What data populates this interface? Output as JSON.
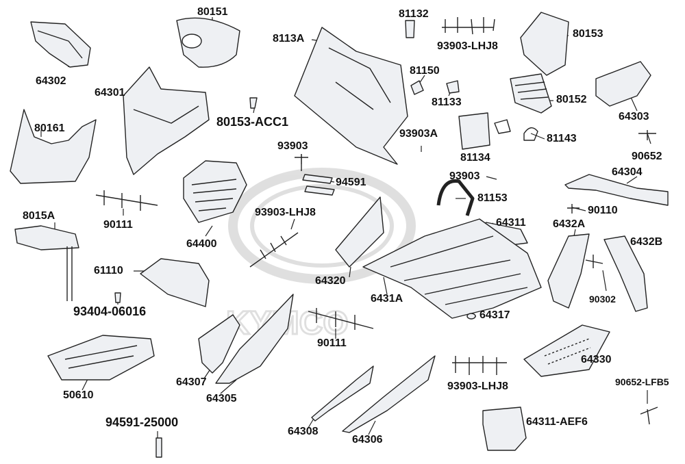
{
  "watermark": {
    "brand": "KYMCO"
  },
  "parts": {
    "p64302": "64302",
    "p80151": "80151",
    "p8113A": "8113A",
    "p81132": "81132",
    "p93903_LHJ8_top": "93903-LHJ8",
    "p80153": "80153",
    "p64301": "64301",
    "p81150": "81150",
    "p81133": "81133",
    "p80152": "80152",
    "p64303": "64303",
    "p80161": "80161",
    "p80153_ACC1": "80153-ACC1",
    "p93903A": "93903A",
    "p81134": "81134",
    "p81143": "81143",
    "p90652": "90652",
    "p93903_a": "93903",
    "p94591": "94591",
    "p93903_b": "93903",
    "p64304": "64304",
    "p90111_a": "90111",
    "p81153": "81153",
    "p8015A": "8015A",
    "p93903_LHJ8_mid": "93903-LHJ8",
    "p90110": "90110",
    "p64400": "64400",
    "p64311": "64311",
    "p6432A": "6432A",
    "p6432B": "6432B",
    "p61110": "61110",
    "p64320": "64320",
    "p6431A": "6431A",
    "p90302": "90302",
    "p93404_06016": "93404-06016",
    "p64317": "64317",
    "p90111_b": "90111",
    "p64330": "64330",
    "p64307": "64307",
    "p50610": "50610",
    "p64305": "64305",
    "p93903_LHJ8_bot": "93903-LHJ8",
    "p90652_LFB5": "90652-LFB5",
    "p94591_25000": "94591-25000",
    "p64311_AEF6": "64311-AEF6",
    "p64308": "64308",
    "p64306": "64306"
  }
}
